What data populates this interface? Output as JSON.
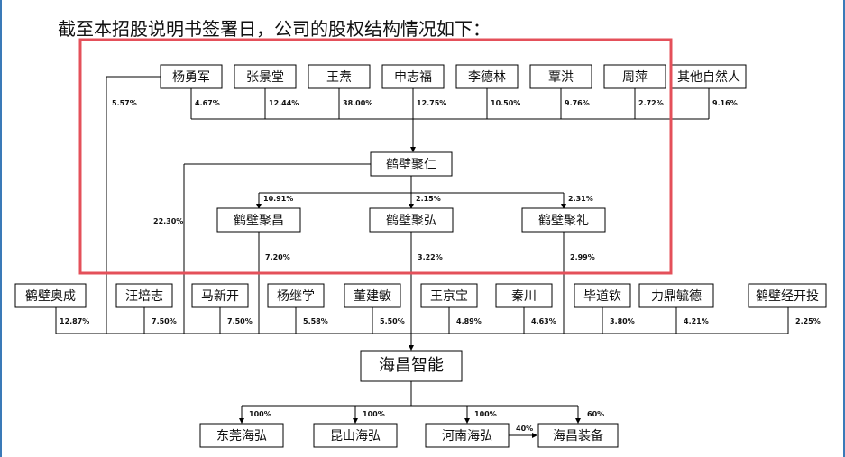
{
  "heading": "截至本招股说明书签署日，公司的股权结构情况如下：",
  "colors": {
    "highlight": "#e4505a",
    "line": "#000000",
    "box_border": "#000000",
    "side_bar": "#3a7ab8"
  },
  "top_shareholders": [
    {
      "name": "杨勇军",
      "pct": "4.67%"
    },
    {
      "name": "张景堂",
      "pct": "12.44%"
    },
    {
      "name": "王焘",
      "pct": "38.00%"
    },
    {
      "name": "申志福",
      "pct": "12.75%"
    },
    {
      "name": "李德林",
      "pct": "10.50%"
    },
    {
      "name": "覃洪",
      "pct": "9.76%"
    },
    {
      "name": "周萍",
      "pct": "2.72%"
    },
    {
      "name": "其他自然人",
      "pct": "9.16%"
    }
  ],
  "yangyongjun_direct_pct": "5.57%",
  "jr": {
    "name": "鹤壁聚仁",
    "direct_pct": "22.30%"
  },
  "mid_entities": [
    {
      "name": "鹤壁聚昌",
      "pct_from_jr": "10.91%",
      "pct_to_target": "7.20%"
    },
    {
      "name": "鹤壁聚弘",
      "pct_from_jr": "2.15%",
      "pct_to_target": "3.22%"
    },
    {
      "name": "鹤壁聚礼",
      "pct_from_jr": "2.31%",
      "pct_to_target": "2.99%"
    }
  ],
  "other_shareholders": [
    {
      "name": "鹤壁奥成",
      "pct": "12.87%"
    },
    {
      "name": "汪培志",
      "pct": "7.50%"
    },
    {
      "name": "马新开",
      "pct": "7.50%"
    },
    {
      "name": "杨继学",
      "pct": "5.58%"
    },
    {
      "name": "董建敏",
      "pct": "5.50%"
    },
    {
      "name": "王京宝",
      "pct": "4.89%"
    },
    {
      "name": "秦川",
      "pct": "4.63%"
    },
    {
      "name": "毕道钦",
      "pct": "3.80%"
    },
    {
      "name": "力鼎毓德",
      "pct": "4.21%"
    },
    {
      "name": "鹤壁经开投",
      "pct": "2.25%"
    }
  ],
  "target": {
    "name": "海昌智能"
  },
  "subsidiaries": [
    {
      "name": "东莞海弘",
      "pct": "100%"
    },
    {
      "name": "昆山海弘",
      "pct": "100%"
    },
    {
      "name": "河南海弘",
      "pct": "100%"
    },
    {
      "name": "海昌装备",
      "pct": "60%"
    }
  ],
  "henan_to_equip_pct": "40%"
}
